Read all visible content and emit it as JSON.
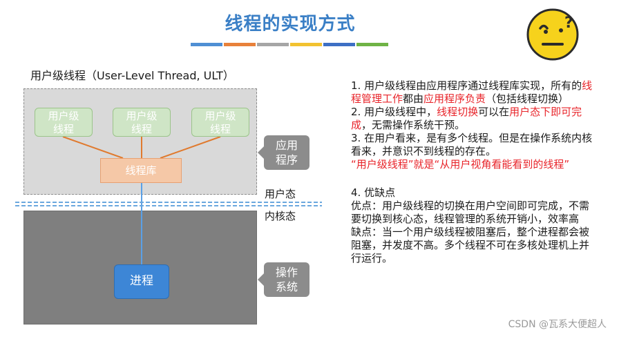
{
  "title": "线程的实现方式",
  "title_bar_colors": [
    "#4f8fd4",
    "#e8813a",
    "#a6a6a6",
    "#f2c230",
    "#3d6fc4",
    "#6fb346"
  ],
  "section_label": "用户级线程（User-Level Thread, ULT）",
  "diagram": {
    "threads": [
      {
        "line1": "用户级",
        "line2": "线程"
      },
      {
        "line1": "用户级",
        "line2": "线程"
      },
      {
        "line1": "用户级",
        "line2": "线程"
      }
    ],
    "thread_library": "线程库",
    "process": "进程",
    "app_tag": {
      "line1": "应用",
      "line2": "程序"
    },
    "os_tag": {
      "line1": "操作",
      "line2": "系统"
    },
    "user_mode": "用户态",
    "kernel_mode": "内核态"
  },
  "text": {
    "p1": [
      {
        "t": "1. 用户级线程由应用程序通过线程库实现，所有的",
        "red": false
      },
      {
        "t": "线程管理工作",
        "red": true
      },
      {
        "t": "都由",
        "red": false
      },
      {
        "t": "应用程序负责",
        "red": true
      },
      {
        "t": "（包括线程切换）",
        "red": false
      }
    ],
    "p2": [
      {
        "t": "2. 用户级线程中，",
        "red": false
      },
      {
        "t": "线程切换",
        "red": true
      },
      {
        "t": "可以在",
        "red": false
      },
      {
        "t": "用户态下即可完成",
        "red": true
      },
      {
        "t": "，无需操作系统干预。",
        "red": false
      }
    ],
    "p3": [
      {
        "t": "3. 在用户看来，是有多个线程。但是在操作系统内核看来，并意识不到线程的存在。",
        "red": false
      }
    ],
    "p4": [
      {
        "t": "“用户级线程”就是“从用户视角看能看到的线程”",
        "red": true
      }
    ],
    "p5": [
      {
        "t": "4. 优缺点",
        "red": false
      }
    ],
    "p6": [
      {
        "t": "优点：用户级线程的切换在用户空间即可完成，不需要切换到核心态，线程管理的系统开销小，效率高",
        "red": false
      }
    ],
    "p7": [
      {
        "t": "缺点：当一个用户级线程被阻塞后，整个进程都会被阻塞，并发度不高。多个线程不可在多核处理机上并行运行。",
        "red": false
      }
    ]
  },
  "watermark": "CSDN @瓦系大便超人",
  "icon": "thinking-face-icon"
}
